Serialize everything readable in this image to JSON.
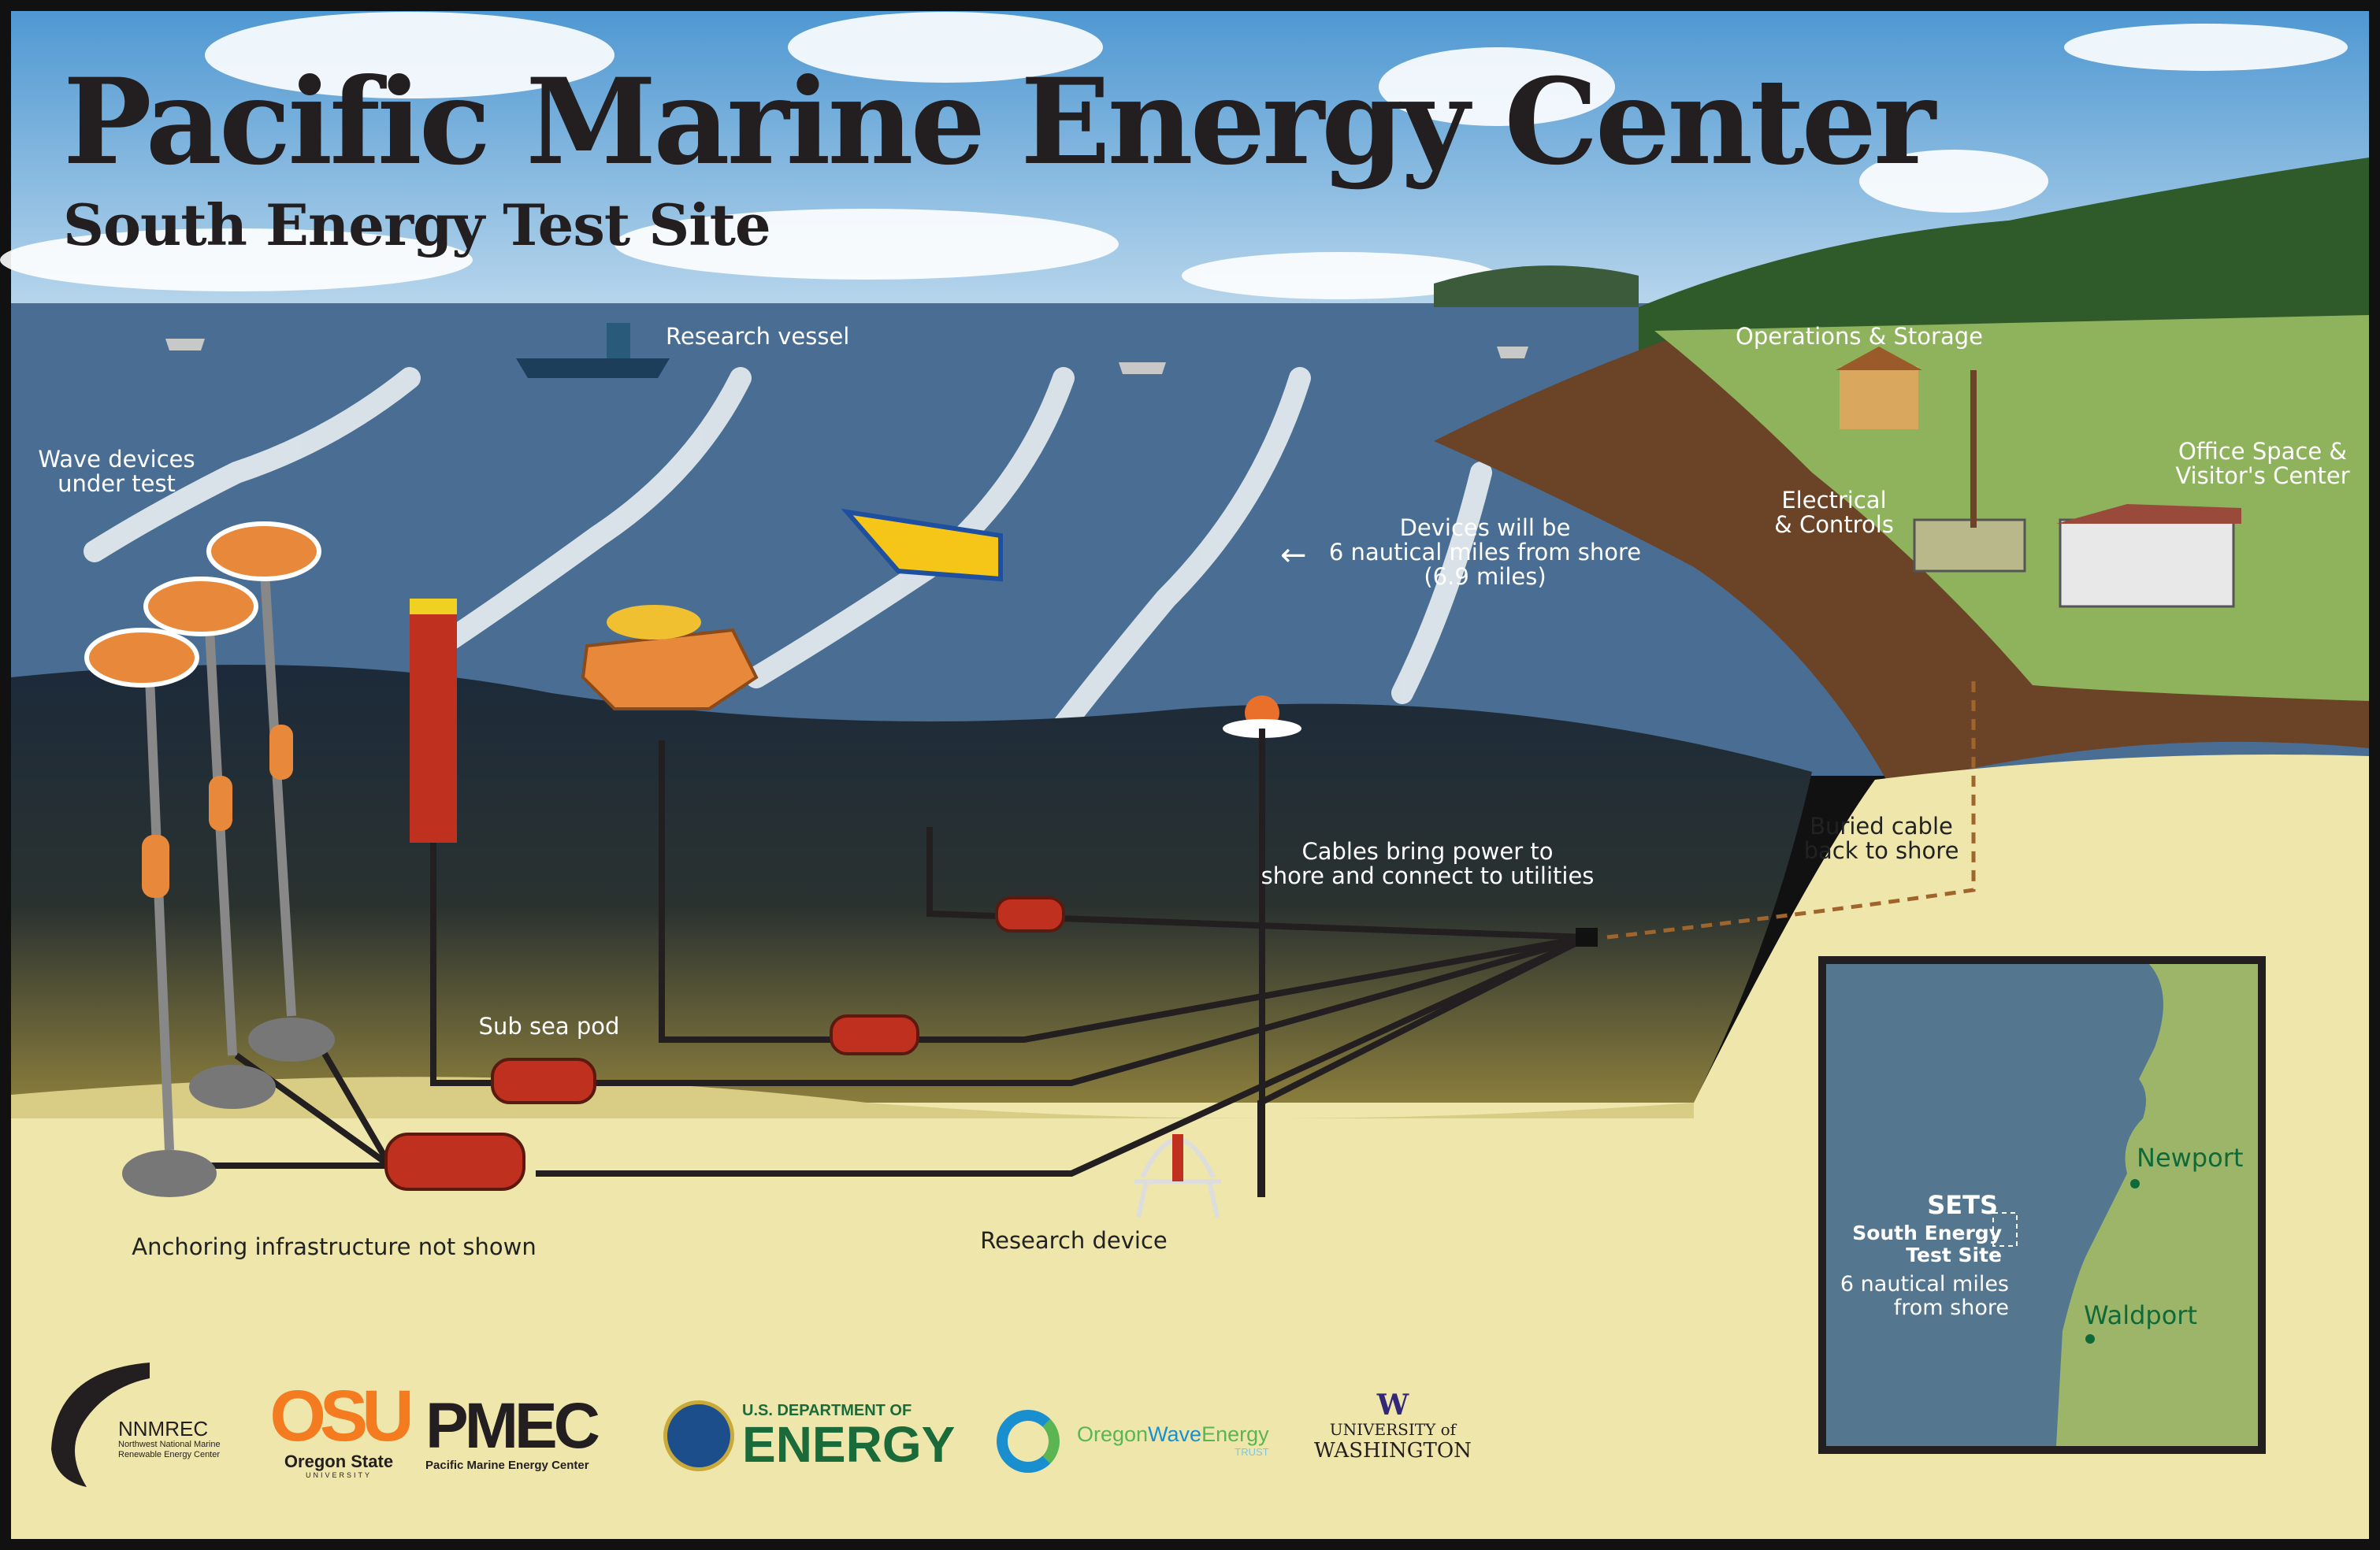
{
  "header": {
    "title": "Pacific Marine Energy Center",
    "subtitle": "South Energy Test Site"
  },
  "labels": {
    "research_vessel": "Research vessel",
    "wave_devices_1": "Wave devices",
    "wave_devices_2": "under test",
    "devices_distance_1": "Devices will be",
    "devices_distance_2": "6 nautical miles from shore",
    "devices_distance_3": "(6.9 miles)",
    "operations": "Operations & Storage",
    "electrical_1": "Electrical",
    "electrical_2": "& Controls",
    "office_1": "Office Space &",
    "office_2": "Visitor's Center",
    "cables_1": "Cables bring power to",
    "cables_2": "shore and connect to utilities",
    "buried_1": "Buried cable",
    "buried_2": "back to shore",
    "subsea_pod": "Sub sea pod",
    "anchoring": "Anchoring infrastructure not shown",
    "research_device": "Research device"
  },
  "inset_map": {
    "site_code": "SETS",
    "site_name_1": "South Energy",
    "site_name_2": "Test Site",
    "distance_1": "6 nautical miles",
    "distance_2": "from shore",
    "towns": [
      "Newport",
      "Waldport"
    ]
  },
  "logos": {
    "nnmrec": {
      "name": "NNMREC",
      "line1": "Northwest National Marine",
      "line2": "Renewable Energy Center"
    },
    "osu": {
      "name": "OSU",
      "line1": "Oregon State",
      "line2": "UNIVERSITY"
    },
    "pmec": {
      "name": "PMEC",
      "line1": "Pacific Marine Energy Center"
    },
    "doe": {
      "line1": "U.S. DEPARTMENT OF",
      "line2": "ENERGY"
    },
    "owet": {
      "part1": "Oregon",
      "part2": "Wave",
      "part3": "Energy",
      "line2": "TRUST"
    },
    "uw": {
      "mark": "W",
      "line1": "UNIVERSITY of",
      "line2": "WASHINGTON"
    }
  },
  "colors": {
    "sky": "#5b9fd4",
    "ocean": "#4a6e93",
    "deep": "#1f2e3e",
    "sand": "#efe6ab",
    "land": "#9db568",
    "map_water": "#55768f",
    "map_land": "#9db568",
    "map_town": "#0f6a3a",
    "device_red": "#c0301f",
    "device_orange": "#e8883a"
  }
}
